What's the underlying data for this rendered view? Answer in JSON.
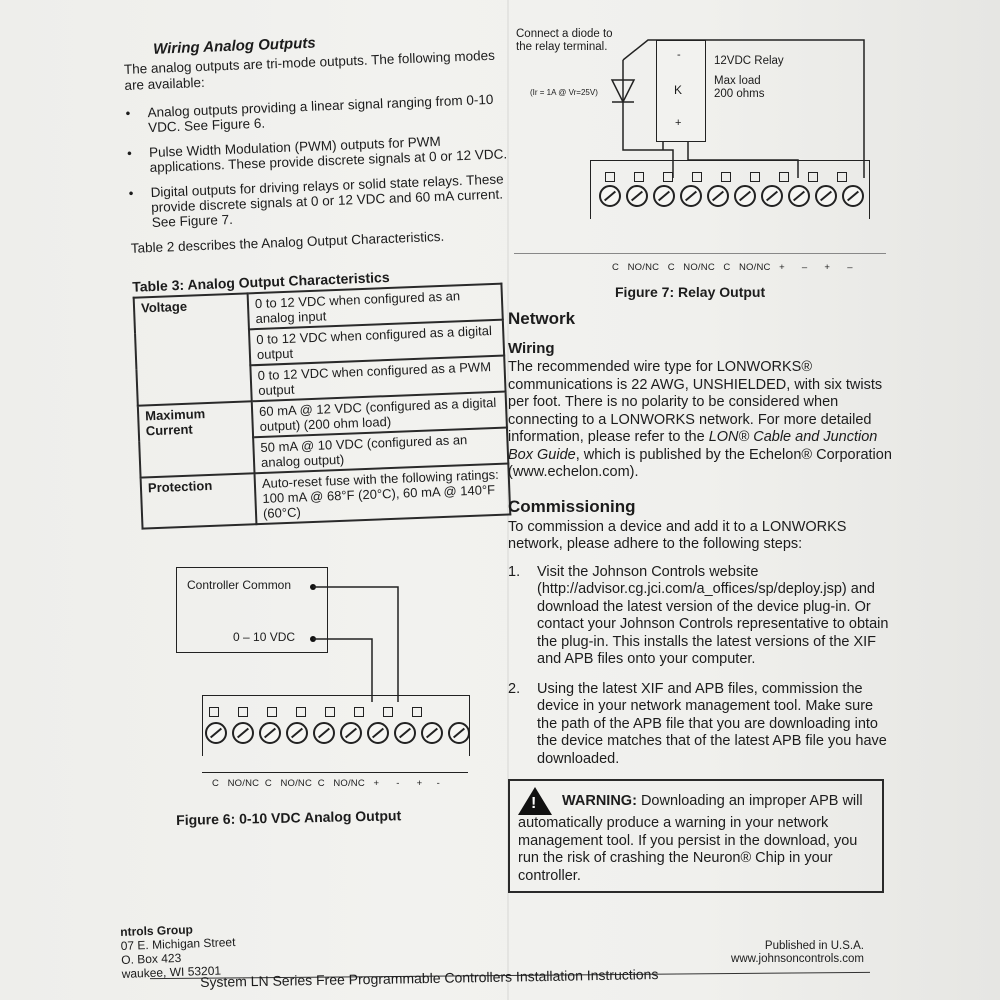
{
  "left": {
    "heading": "Wiring Analog Outputs",
    "intro": "The analog outputs are tri-mode outputs. The following modes are available:",
    "bullets": [
      "Analog outputs providing a linear signal ranging from 0-10 VDC. See Figure 6.",
      "Pulse Width Modulation (PWM) outputs for PWM applications. These provide discrete signals at 0 or 12 VDC.",
      "Digital outputs for driving relays or solid state relays. These provide discrete signals at 0 or 12 VDC and 60 mA current. See Figure 7."
    ],
    "table_ref": "Table 2 describes the Analog Output Characteristics.",
    "table_title": "Table 3: Analog Output Characteristics",
    "table": {
      "voltage_label": "Voltage",
      "voltage_rows": [
        "0 to 12 VDC when configured as an analog input",
        "0 to 12 VDC when configured as a digital output",
        "0 to 12 VDC when configured as a PWM output"
      ],
      "current_label": "Maximum Current",
      "current_rows": [
        "60 mA @ 12 VDC (configured as a digital output) (200 ohm load)",
        "50 mA @ 10 VDC (configured as an analog output)"
      ],
      "protection_label": "Protection",
      "protection_row": "Auto-reset fuse with the following ratings: 100 mA @ 68°F (20°C), 60 mA @ 140°F (60°C)"
    },
    "fig6": {
      "controller_common": "Controller Common",
      "vdc": "0 – 10 VDC",
      "terminal_labels": "C   NO/NC  C   NO/NC  C   NO/NC   +      -      +     -",
      "caption": "Figure 6: 0-10 VDC Analog Output"
    }
  },
  "right": {
    "fig7": {
      "diode_note": "Connect a diode to the relay terminal.",
      "diode_rating": "(Ir = 1A @ Vr=25V)",
      "relay_minus": "-",
      "relay_k": "K",
      "relay_plus": "+",
      "relay_label": "12VDC Relay",
      "relay_load": "Max load",
      "relay_ohms": "200 ohms",
      "terminal_labels": "C   NO/NC   C   NO/NC   C   NO/NC   +      –      +      –",
      "caption": "Figure 7: Relay Output"
    },
    "network_heading": "Network",
    "wiring_heading": "Wiring",
    "wiring_text_1": "The recommended wire type for LONWORKS® communications is 22 AWG, UNSHIELDED, with six twists per foot. There is no polarity to be considered when connecting to a LONWORKS network. For more detailed information, please refer to the ",
    "wiring_text_italic": "LON® Cable and Junction Box Guide",
    "wiring_text_2": ", which is published by the Echelon® Corporation (www.echelon.com).",
    "commissioning_heading": "Commissioning",
    "commissioning_intro": "To commission a device and add it to a LONWORKS network, please adhere to the following steps:",
    "steps": [
      {
        "num": "1.",
        "text": "Visit the Johnson Controls website (http://advisor.cg.jci.com/a_offices/sp/deploy.jsp) and download the latest version of the device plug-in. Or contact your Johnson Controls representative to obtain the plug-in. This installs the latest versions of the XIF and APB files onto your computer."
      },
      {
        "num": "2.",
        "text": "Using the latest XIF and APB files, commission the device in your network management tool. Make sure the path of the APB file that you are downloading into the device matches that of the latest APB file you have downloaded."
      }
    ],
    "warning_label": "WARNING:",
    "warning_text": " Downloading an improper APB will automatically produce a warning in your network management tool. If you persist in the download, you run the risk of crashing the Neuron® Chip in your controller."
  },
  "footer": {
    "company": "ntrols Group",
    "street": "07 E. Michigan Street",
    "box": "O. Box 423",
    "city": "waukee, WI  53201",
    "published": "Published in U.S.A.",
    "website": "www.johnsoncontrols.com",
    "doc_title": "System LN Series Free Programmable Controllers Installation Instructions"
  }
}
